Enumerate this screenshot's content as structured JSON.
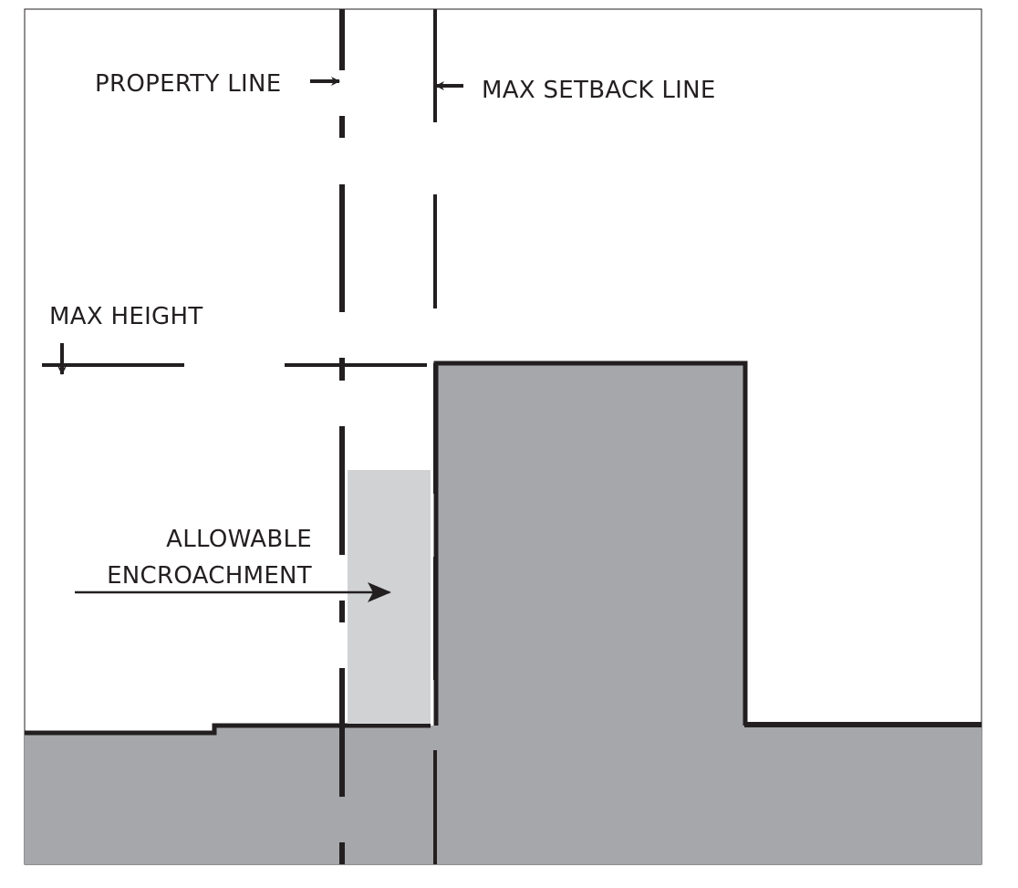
{
  "labels": {
    "property_line": "PROPERTY LINE",
    "max_setback_line": "MAX SETBACK LINE",
    "max_height": "MAX HEIGHT",
    "allowable": "ALLOWABLE",
    "encroachment": "ENCROACHMENT"
  },
  "colors": {
    "building": "#a6a7aa",
    "encroachment": "#d1d2d4",
    "line": "#231f20"
  }
}
